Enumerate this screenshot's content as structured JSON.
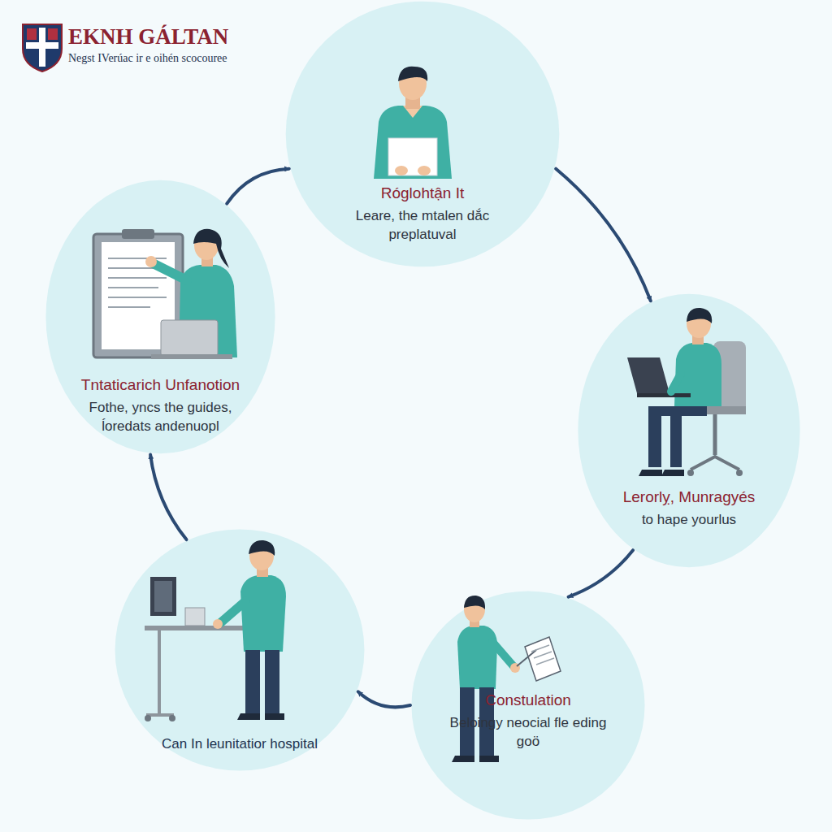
{
  "diagram": {
    "title": "EKNH GÁLTAN",
    "nodes": [
      {
        "text": [
          "Tntaticarich Unfanotion",
          "Fothe, yncs the guides, ĺoredats andenuopl"
        ]
      },
      {
        "text": [
          "Róglohtận It",
          "Leare, the mtalen dắc preplatuval"
        ]
      },
      {
        "text": [
          "Lerorlỵ, Munragyés",
          "to hape yourlus"
        ]
      },
      {
        "text": [
          "Constulation",
          "Beloingy neocial fle eding goö"
        ]
      },
      {
        "text": [
          "Can In leunitatior hospital"
        ]
      }
    ],
    "edges": [
      {
        "from": 0,
        "to": 1,
        "arrow": "to"
      },
      {
        "from": 1,
        "to": 2,
        "arrow": "to"
      },
      {
        "from": 2,
        "to": 3,
        "arrow": "to"
      },
      {
        "from": 3,
        "to": 4,
        "arrow": "to"
      },
      {
        "from": 4,
        "to": 0,
        "arrow": "to"
      }
    ],
    "labels": [
      "Negst IVerúac ir e oihén scocouree"
    ]
  }
}
